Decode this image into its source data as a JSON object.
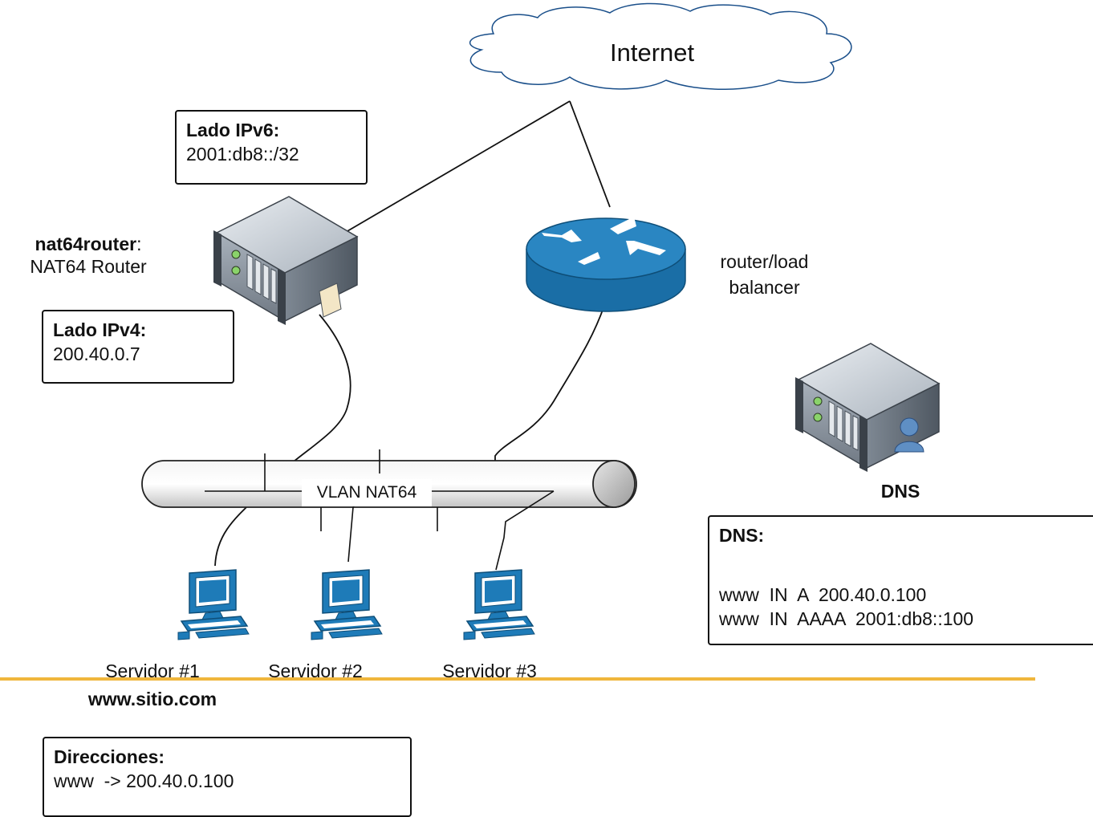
{
  "cloud": {
    "label": "Internet"
  },
  "ipv6_box": {
    "title": "Lado IPv6:",
    "value": "2001:db8::/32"
  },
  "ipv4_box": {
    "title": "Lado IPv4:",
    "value": "200.40.0.7"
  },
  "nat_router": {
    "name": "nat64router",
    "sep": ":",
    "desc": "NAT64 Router"
  },
  "router": {
    "line1": "router/load",
    "line2": "balancer"
  },
  "vlan": {
    "label": "VLAN NAT64"
  },
  "dns_server": {
    "label": "DNS"
  },
  "dns_box": {
    "title": "DNS:",
    "records": [
      "www  IN  A  200.40.0.100",
      "www  IN  AAAA  2001:db8::100"
    ]
  },
  "servers": [
    {
      "label": "Servidor #1",
      "sub": "www.sitio.com"
    },
    {
      "label": "Servidor #2"
    },
    {
      "label": "Servidor #3"
    }
  ],
  "addr_box": {
    "title": "Direcciones:",
    "value": "www  -> 200.40.0.100"
  },
  "colors": {
    "accent_line": "#f0b63c",
    "router_blue": "#1a78b4",
    "workstation_blue": "#1e7bb8",
    "server_grey": "#8e98a4"
  },
  "icons": [
    "cloud-icon",
    "server-icon",
    "router-icon",
    "workstation-icon",
    "user-icon"
  ]
}
